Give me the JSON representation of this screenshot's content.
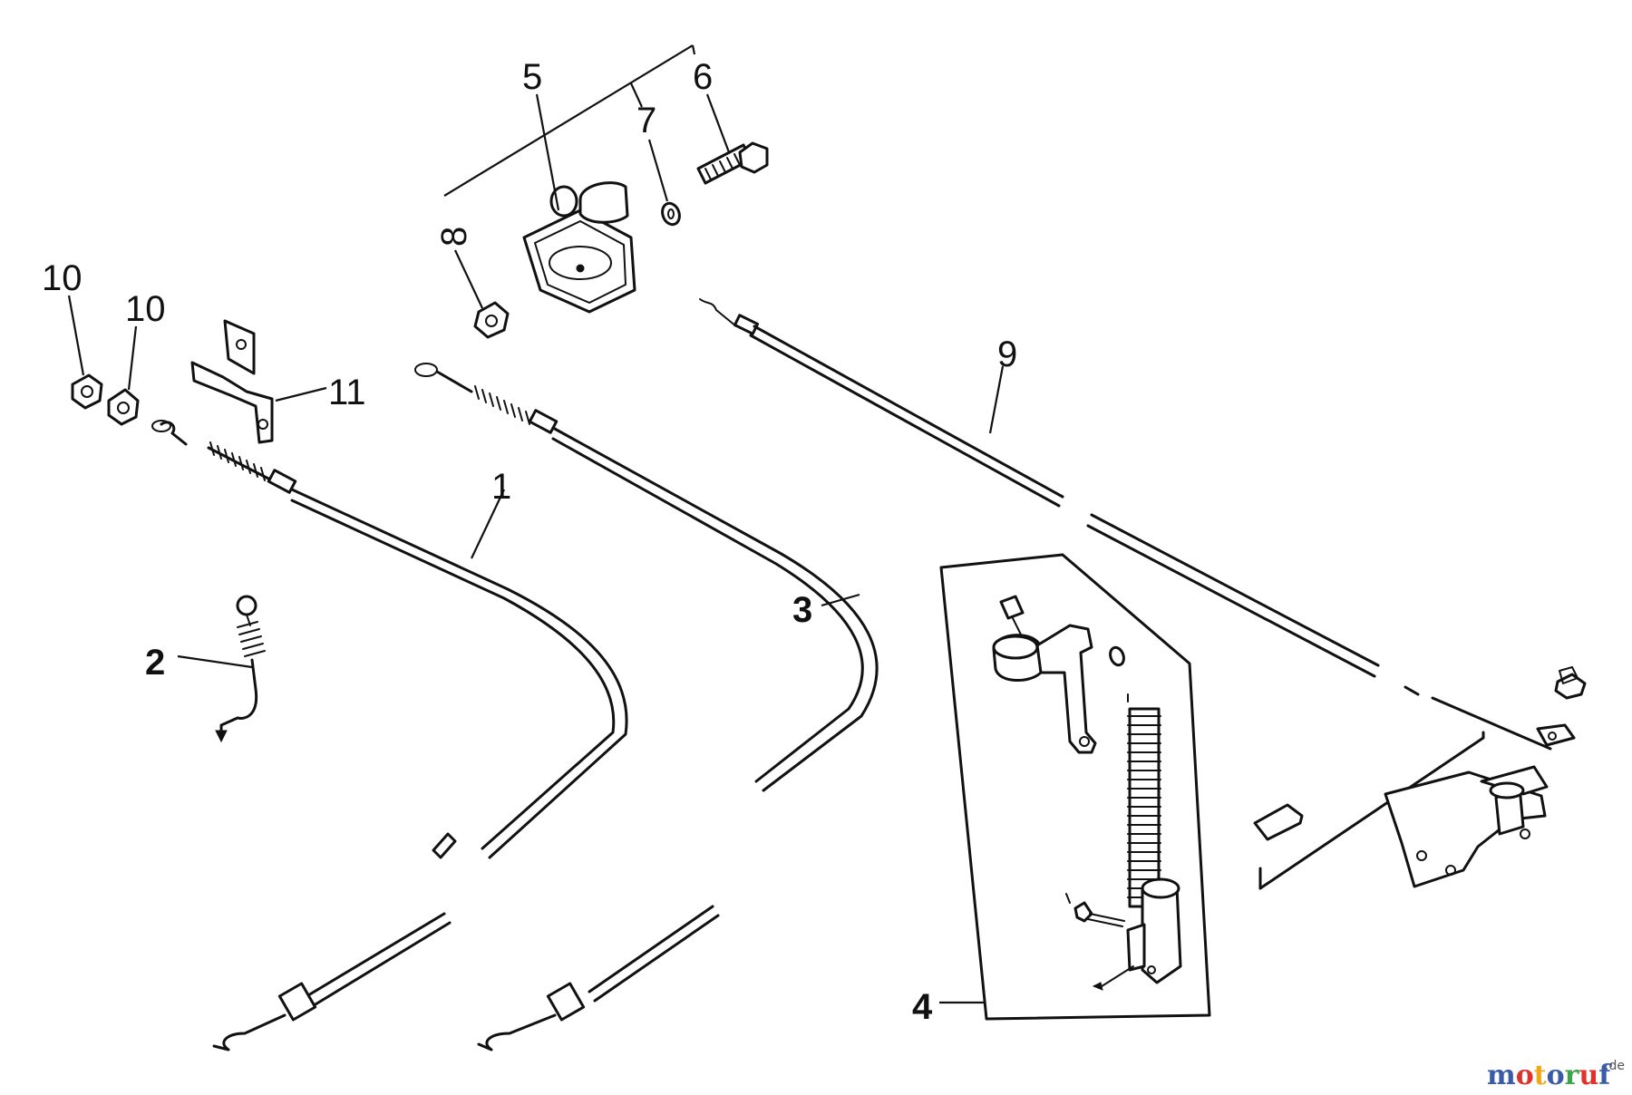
{
  "callouts": {
    "c1": "1",
    "c2": "2",
    "c3": "3",
    "c4": "4",
    "c5": "5",
    "c6": "6",
    "c7": "7",
    "c8": "8",
    "c9": "9",
    "c10a": "10",
    "c10b": "10",
    "c11": "11"
  },
  "watermark": {
    "parts": [
      {
        "text": "m",
        "color": "#3a5ba8"
      },
      {
        "text": "o",
        "color": "#e0312b"
      },
      {
        "text": "t",
        "color": "#f2a71b"
      },
      {
        "text": "o",
        "color": "#3a5ba8"
      },
      {
        "text": "r",
        "color": "#3fa34d"
      },
      {
        "text": "u",
        "color": "#e0312b"
      },
      {
        "text": "f",
        "color": "#3a5ba8"
      }
    ],
    "suffix": ".de"
  },
  "colors": {
    "line": "#111111",
    "background": "#ffffff"
  }
}
